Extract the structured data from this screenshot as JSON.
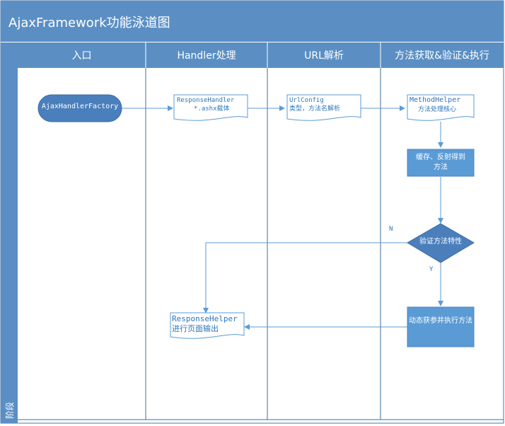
{
  "title": "AjaxFramework功能泳道图",
  "phase_label": "阶段",
  "lanes": [
    {
      "label": "入口"
    },
    {
      "label": "Handler处理"
    },
    {
      "label": "URL解析"
    },
    {
      "label": "方法获取&验证&执行"
    }
  ],
  "nodes": {
    "factory": {
      "text": "AjaxHandlerFactory"
    },
    "response_handler": {
      "line1": "ResponseHandler",
      "line2": "*.ashx载体"
    },
    "url_config": {
      "line1": "UrlConfig",
      "line2": "类型，方法名解析"
    },
    "method_helper": {
      "line1": "MethodHelper",
      "line2": "方法处理核心"
    },
    "cache": {
      "line1": "缓存、反射得到",
      "line2": "方法"
    },
    "verify": {
      "text": "验证方法特性"
    },
    "execute": {
      "text": "动态获参并执行方法"
    },
    "response_helper": {
      "line1": "ResponseHelper",
      "line2": "进行页面输出"
    }
  },
  "edge_labels": {
    "no": "N",
    "yes": "Y"
  },
  "colors": {
    "header_blue": "#5b8fc4",
    "node_blue": "#5b9bd5",
    "decision_blue": "#4a7fbc",
    "line_blue": "#5b9bd5",
    "doc_text": "#2e75b6"
  }
}
